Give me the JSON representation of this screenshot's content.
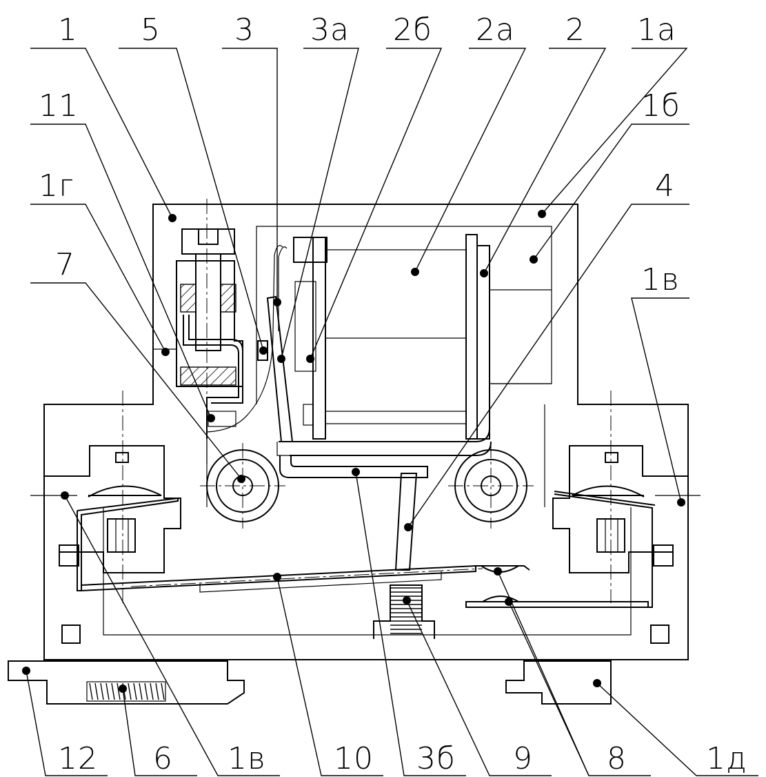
{
  "diagram": {
    "labels_top": [
      "1",
      "5",
      "3",
      "3а",
      "2б",
      "2а",
      "2",
      "1а"
    ],
    "labels_left": [
      "11",
      "1г",
      "7"
    ],
    "labels_right": [
      "1б",
      "4",
      "1в"
    ],
    "labels_bottom": [
      "12",
      "6",
      "1в",
      "10",
      "3б",
      "9",
      "8",
      "1д"
    ]
  }
}
